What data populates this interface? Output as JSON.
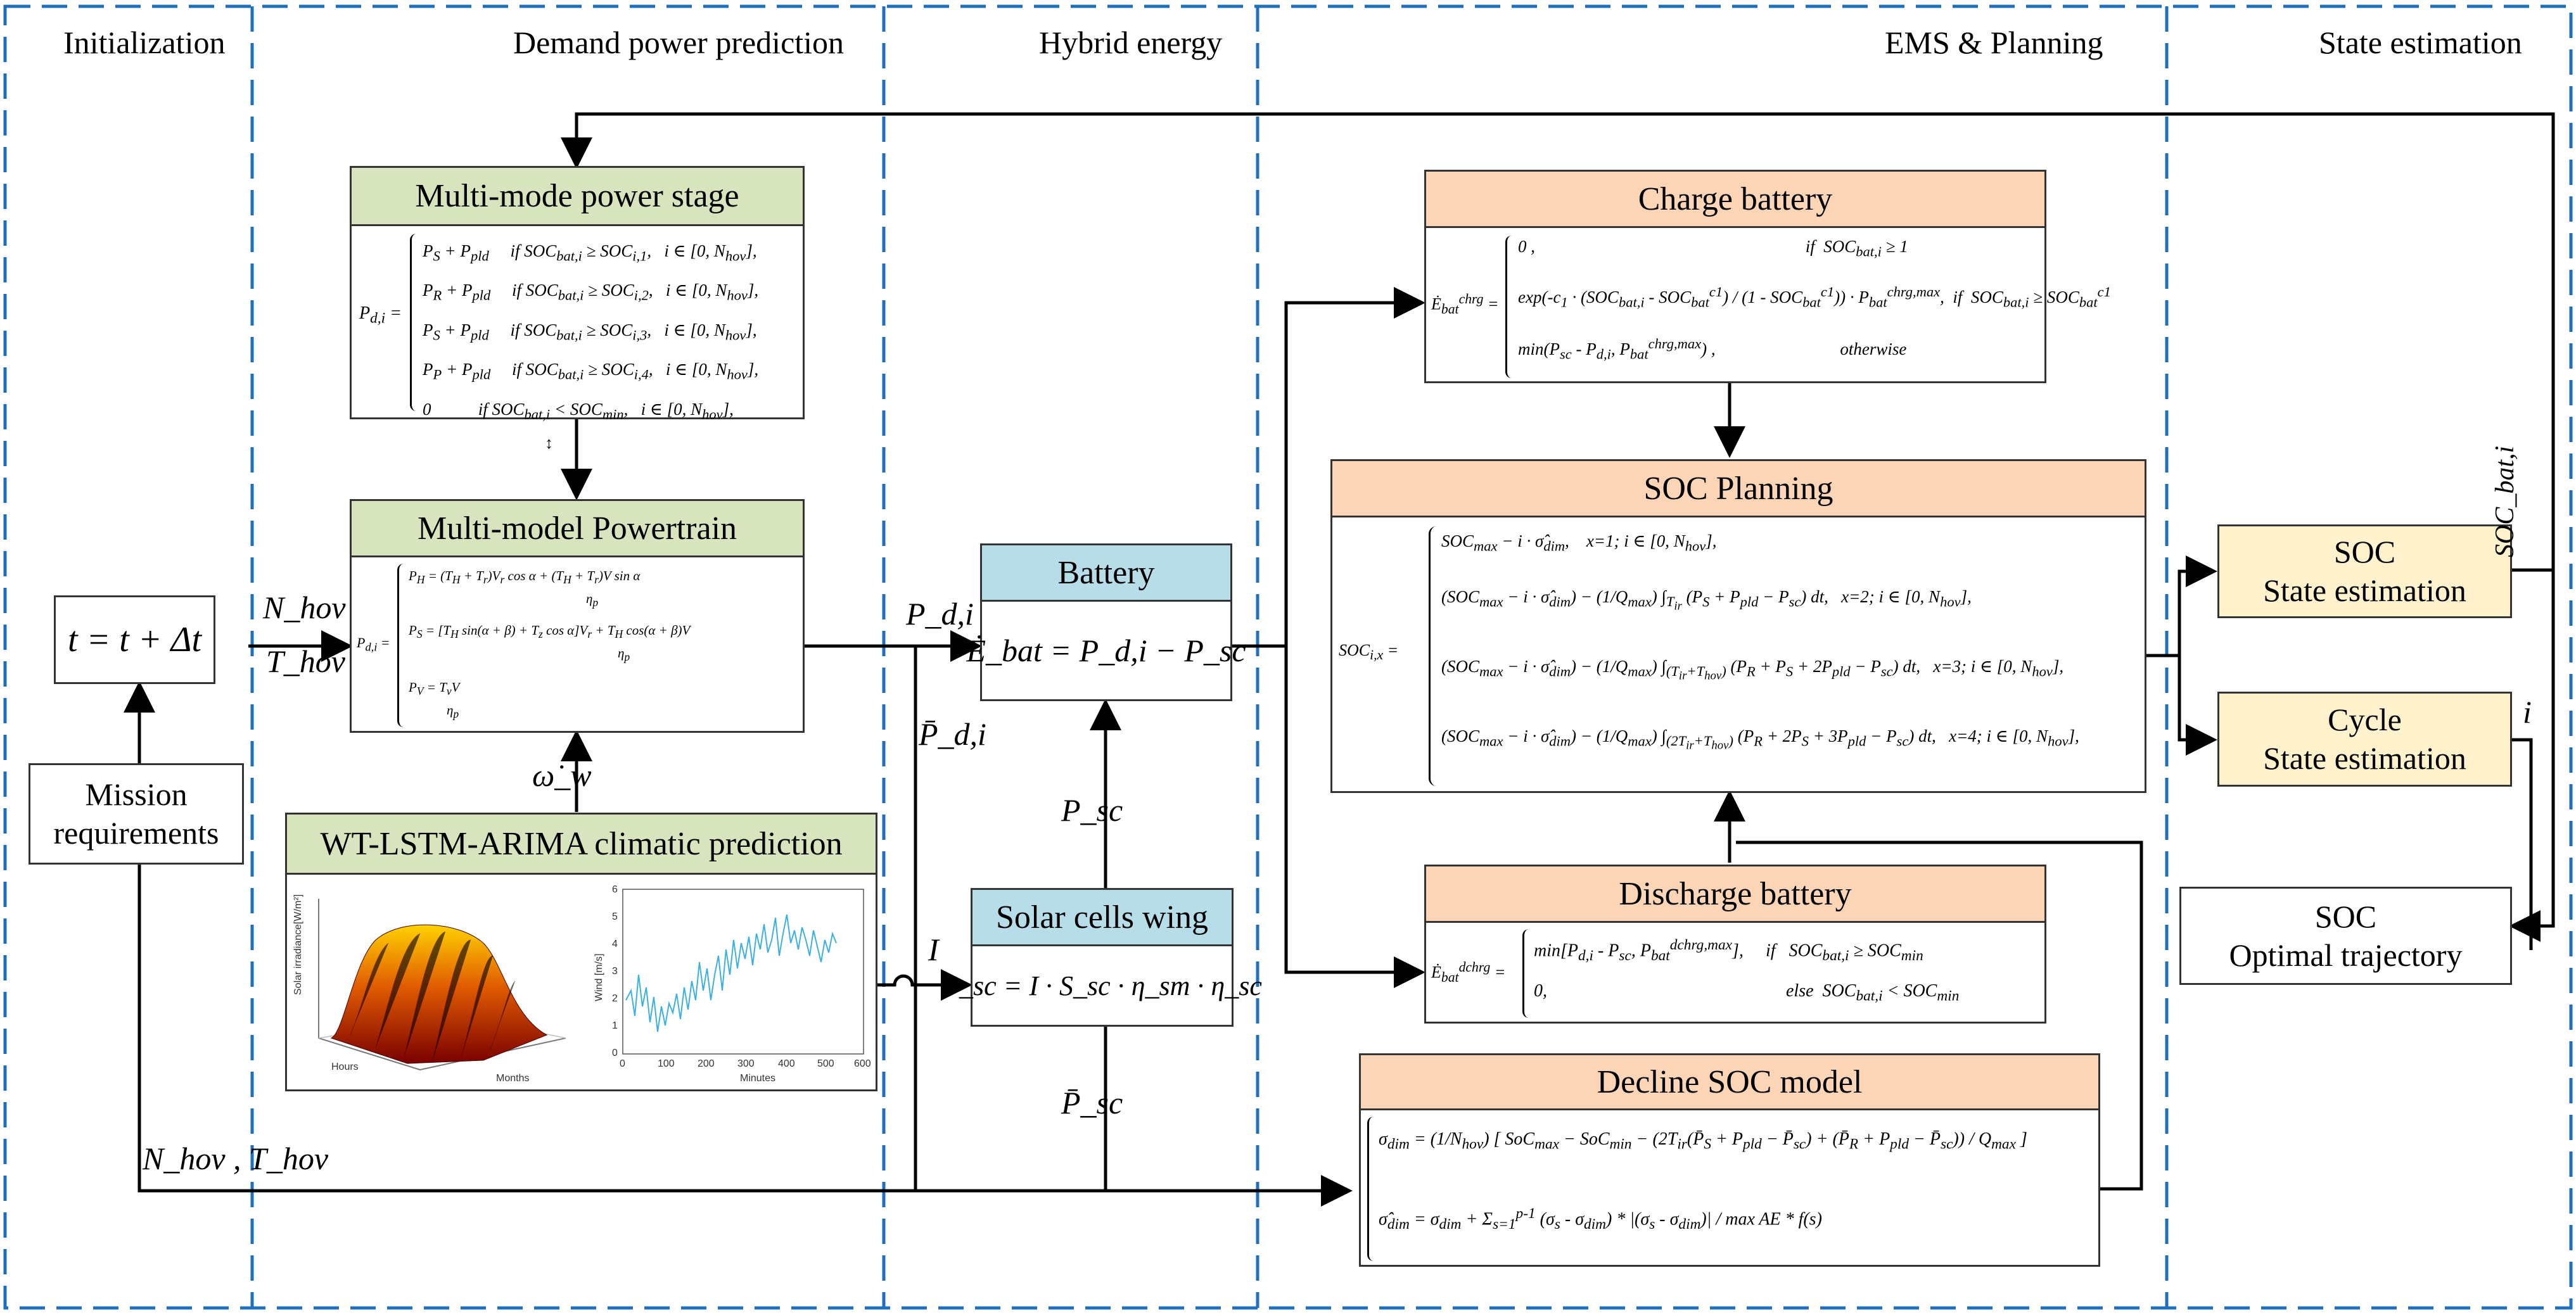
{
  "sections": {
    "initialization": "Initialization",
    "demand": "Demand power prediction",
    "hybrid": "Hybrid energy",
    "ems": "EMS & Planning",
    "state": "State estimation"
  },
  "boxes": {
    "multimode": "Multi-mode power stage",
    "powertrain": "Multi-model Powertrain",
    "climatic": "WT-LSTM-ARIMA climatic prediction",
    "battery": "Battery",
    "solar": "Solar cells wing",
    "charge": "Charge battery",
    "soc_planning": "SOC Planning",
    "discharge": "Discharge  battery",
    "decline": "Decline SOC  model",
    "time_step": "t = t + Δt",
    "mission_l1": "Mission",
    "mission_l2": "requirements",
    "soc_est_l1": "SOC",
    "soc_est_l2": "State estimation",
    "cycle_est_l1": "Cycle",
    "cycle_est_l2": "State estimation",
    "optimal_l1": "SOC",
    "optimal_l2": "Optimal trajectory"
  },
  "equations": {
    "battery": "Ė_bat = P_d,i − P_sc",
    "solar": "P_sc = I · S_sc · η_sm · η_sc"
  },
  "signals": {
    "n_hov": "N_hov",
    "t_hov": "T_hov",
    "p_di": "P_d,i",
    "p_di_bar": "P̄_d,i",
    "omega": "ω̇_w",
    "i_signal": "I",
    "p_sc": "P_sc",
    "p_sc_bar": "P̄_sc",
    "n_t_hov": "N_hov , T_hov",
    "soc_bat_i": "SOC_bat,i",
    "i_cycle": "i",
    "small_arrow": "↕"
  },
  "plots": {
    "surface_xlabel": "Months",
    "surface_ylabel": "Hours",
    "surface_zlabel": "Solar irradiance[W/m²]",
    "line_xlabel": "Minutes",
    "line_ylabel": "Wind [m/s]"
  },
  "colors": {
    "dashed_border": "#1f6fbf",
    "green": "#d7e4bd",
    "orange": "#fbd5b5",
    "blue": "#b7dee8",
    "yellow": "#fff2cc",
    "wind_line": "#3ab0e2"
  }
}
